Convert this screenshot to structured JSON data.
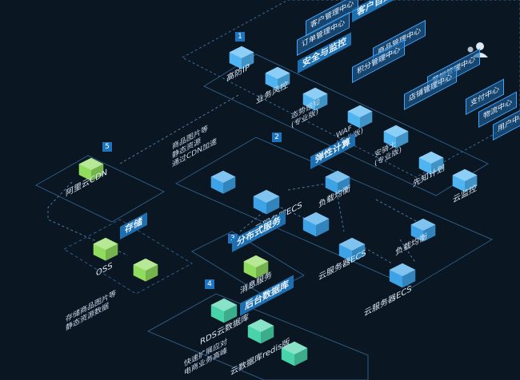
{
  "colors": {
    "background": "#0b1623",
    "panel_stroke": "#2f5f86",
    "accent_blue": "#3fa6ff",
    "icon_blue": "#4fb4f0",
    "icon_green": "#7ed957",
    "icon_teal": "#4dd6b0"
  },
  "customer_apps": {
    "title": "客户自建应用",
    "modules": [
      "客户管理中心",
      "订单管理中心",
      "商品管理中心",
      "积分管理中心",
      "营销管理中心",
      "店铺管理中心",
      "支付中心",
      "物流中心",
      "用户中心"
    ],
    "icon": "user-group-icon"
  },
  "security": {
    "number": "1",
    "title": "安全与监控",
    "items": [
      {
        "label": "高防IP",
        "icon": "shield-icon"
      },
      {
        "label": "业务风控",
        "icon": "check-icon"
      },
      {
        "label": "态势感知\n(专业版)",
        "icon": "shield-check-icon"
      },
      {
        "label": "WAF\n(专业版)",
        "icon": "waf-icon"
      },
      {
        "label": "安骑士\n(专业版)",
        "icon": "shield-icon"
      },
      {
        "label": "先知计划",
        "icon": "eye-icon"
      },
      {
        "label": "云监控",
        "icon": "monitor-icon"
      }
    ]
  },
  "cdn": {
    "number": "5",
    "label": "阿里云CDN",
    "icon": "cdn-icon",
    "note": "商品图片等\n静态资源\n通过CDN加速"
  },
  "elastic": {
    "number": "2",
    "title": "弹性计算",
    "items": [
      {
        "label": "",
        "icon": "eip-icon"
      },
      {
        "label": "负载均衡",
        "icon": "slb-icon"
      },
      {
        "label": "云服务器ECS",
        "icon": "ecs-icon"
      },
      {
        "label": "云服务器ECS",
        "icon": "ecs-icon"
      },
      {
        "label": "负载均衡",
        "icon": "slb-icon"
      },
      {
        "label": "云服务器ECS",
        "icon": "ecs-icon"
      }
    ]
  },
  "storage": {
    "title": "存储",
    "label": "OSS",
    "icon": "oss-icon",
    "note": "存储商品图片等\n静态资源数据"
  },
  "distributed": {
    "number": "3",
    "title": "分布式服务",
    "label": "消息服务",
    "icon": "message-icon"
  },
  "database": {
    "number": "4",
    "title": "后台数据库",
    "items": [
      {
        "label": "RDS云数据库",
        "icon": "rds-icon"
      },
      {
        "label": "云数据库redis版",
        "icon": "redis-icon"
      },
      {
        "label": "",
        "icon": "database-icon"
      }
    ],
    "note": "快速扩展应对\n电商业务高峰"
  }
}
